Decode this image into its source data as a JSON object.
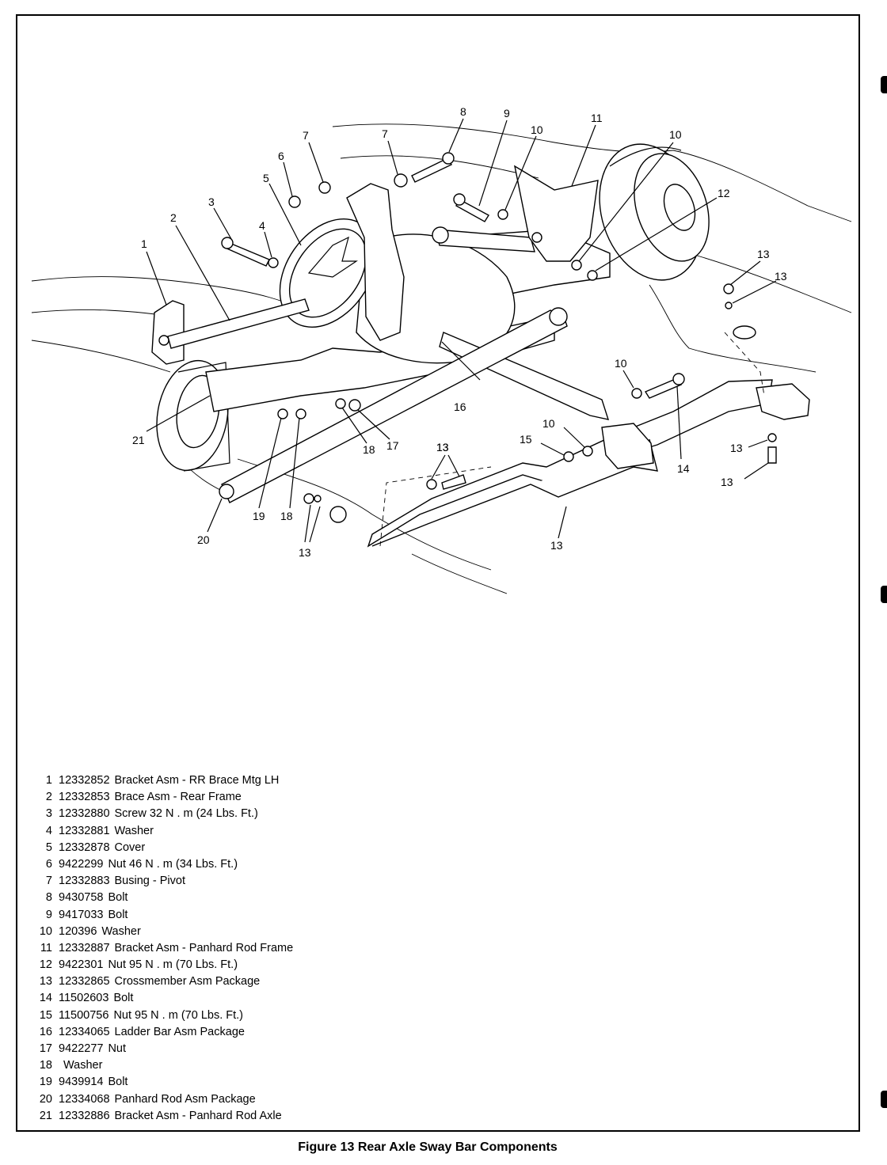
{
  "figure": {
    "caption": "Figure 13 Rear Axle Sway Bar Components"
  },
  "callouts": [
    "1",
    "2",
    "3",
    "4",
    "5",
    "6",
    "7",
    "7",
    "8",
    "9",
    "10",
    "10",
    "10",
    "10",
    "11",
    "12",
    "13",
    "13",
    "13",
    "13",
    "13",
    "13",
    "13",
    "13",
    "14",
    "15",
    "16",
    "17",
    "18",
    "18",
    "19",
    "20",
    "21"
  ],
  "parts": [
    {
      "num": "1",
      "pn": "12332852",
      "desc": "Bracket Asm - RR Brace Mtg LH"
    },
    {
      "num": "2",
      "pn": "12332853",
      "desc": "Brace Asm - Rear Frame"
    },
    {
      "num": "3",
      "pn": "12332880",
      "desc": "Screw 32 N . m (24 Lbs. Ft.)"
    },
    {
      "num": "4",
      "pn": "12332881",
      "desc": "Washer"
    },
    {
      "num": "5",
      "pn": "12332878",
      "desc": "Cover"
    },
    {
      "num": "6",
      "pn": "9422299",
      "desc": "Nut 46 N . m (34 Lbs. Ft.)"
    },
    {
      "num": "7",
      "pn": "12332883",
      "desc": "Busing - Pivot"
    },
    {
      "num": "8",
      "pn": "9430758",
      "desc": "Bolt"
    },
    {
      "num": "9",
      "pn": "9417033",
      "desc": "Bolt"
    },
    {
      "num": "10",
      "pn": "120396",
      "desc": "Washer"
    },
    {
      "num": "11",
      "pn": "12332887",
      "desc": "Bracket Asm - Panhard Rod Frame"
    },
    {
      "num": "12",
      "pn": "9422301",
      "desc": "Nut 95 N . m (70 Lbs. Ft.)"
    },
    {
      "num": "13",
      "pn": "12332865",
      "desc": "Crossmember Asm Package"
    },
    {
      "num": "14",
      "pn": "11502603",
      "desc": "Bolt"
    },
    {
      "num": "15",
      "pn": "11500756",
      "desc": "Nut 95 N . m (70 Lbs. Ft.)"
    },
    {
      "num": "16",
      "pn": "12334065",
      "desc": "Ladder Bar Asm Package"
    },
    {
      "num": "17",
      "pn": "9422277",
      "desc": "Nut"
    },
    {
      "num": "18",
      "pn": "",
      "desc": "Washer"
    },
    {
      "num": "19",
      "pn": "9439914",
      "desc": "Bolt"
    },
    {
      "num": "20",
      "pn": "12334068",
      "desc": "Panhard Rod Asm Package"
    },
    {
      "num": "21",
      "pn": "12332886",
      "desc": "Bracket Asm - Panhard Rod Axle"
    }
  ]
}
